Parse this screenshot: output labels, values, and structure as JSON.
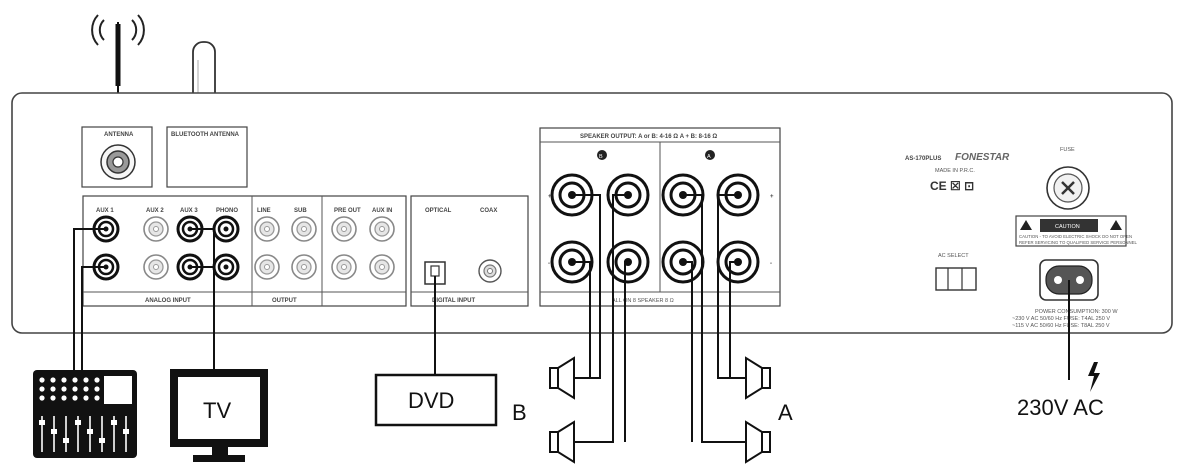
{
  "panel": {
    "antenna_label": "ANTENNA",
    "bluetooth_label": "BLUETOOTH ANTENNA",
    "analog_input_label": "ANALOG INPUT",
    "output_label": "OUTPUT",
    "digital_input_label": "DIGITAL INPUT",
    "speaker_output_label": "SPEAKER OUTPUT: A or B: 4-16 Ω   A + B: 8-16 Ω",
    "speaker_bottom_label": "ALL ON 8 SPEAKER 8 Ω",
    "columns": [
      "AUX 1",
      "AUX 2",
      "AUX 3",
      "PHONO",
      "LINE",
      "SUB",
      "PRE OUT",
      "AUX IN"
    ],
    "optical_label": "OPTICAL",
    "coax_label": "COAX",
    "zone_b": "B",
    "zone_a": "A",
    "model": "AS-170PLUS",
    "brand": "FONESTAR",
    "made_in": "MADE IN P.R.C.",
    "ce_marks": "CE ☒ ⊡",
    "fuse_label": "FUSE",
    "ac_select_label": "AC SELECT",
    "caution_title": "CAUTION",
    "caution_text": "CAUTION - TO AVOID ELECTRIC SHOCK DO NOT OPEN",
    "caution_text2": "REFER SERVICING TO QUALIFIED SERVICE PERSONNEL",
    "power_line1": "POWER CONSUMPTION: 300 W",
    "power_line2": "~230 V AC 50/60 Hz FUSE: T4AL 250 V",
    "power_line3": "~115 V AC 50/60 Hz FUSE: T8AL 250 V"
  },
  "devices": {
    "tv_label": "TV",
    "dvd_label": "DVD",
    "zone_b_label": "B",
    "zone_a_label": "A",
    "power_label": "230V AC"
  }
}
